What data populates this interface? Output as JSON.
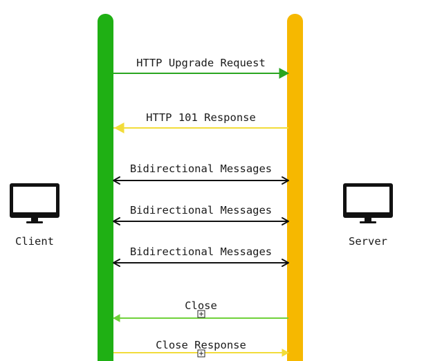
{
  "colors": {
    "client_bar": "#1fb014",
    "server_bar": "#f6b800",
    "upgrade_arrow": "#2aa520",
    "response_arrow": "#f2dc3a",
    "bidi_arrow": "#111111",
    "close_arrow": "#6fd13a",
    "close_response_arrow": "#f2dc3a",
    "text": "#1a1a1a"
  },
  "nodes": {
    "client": {
      "label": "Client",
      "icon": "monitor-icon"
    },
    "server": {
      "label": "Server",
      "icon": "monitor-icon"
    }
  },
  "messages": [
    {
      "label": "HTTP Upgrade Request",
      "direction": "client-to-server",
      "color_key": "upgrade_arrow",
      "marker": false
    },
    {
      "label": "HTTP 101 Response",
      "direction": "server-to-client",
      "color_key": "response_arrow",
      "marker": false
    },
    {
      "label": "Bidirectional Messages",
      "direction": "both",
      "color_key": "bidi_arrow",
      "marker": false
    },
    {
      "label": "Bidirectional Messages",
      "direction": "both",
      "color_key": "bidi_arrow",
      "marker": false
    },
    {
      "label": "Bidirectional Messages",
      "direction": "both",
      "color_key": "bidi_arrow",
      "marker": false
    },
    {
      "label": "Close",
      "direction": "server-to-client",
      "color_key": "close_arrow",
      "marker": true
    },
    {
      "label": "Close Response",
      "direction": "client-to-server",
      "color_key": "close_response_arrow",
      "marker": true
    }
  ]
}
